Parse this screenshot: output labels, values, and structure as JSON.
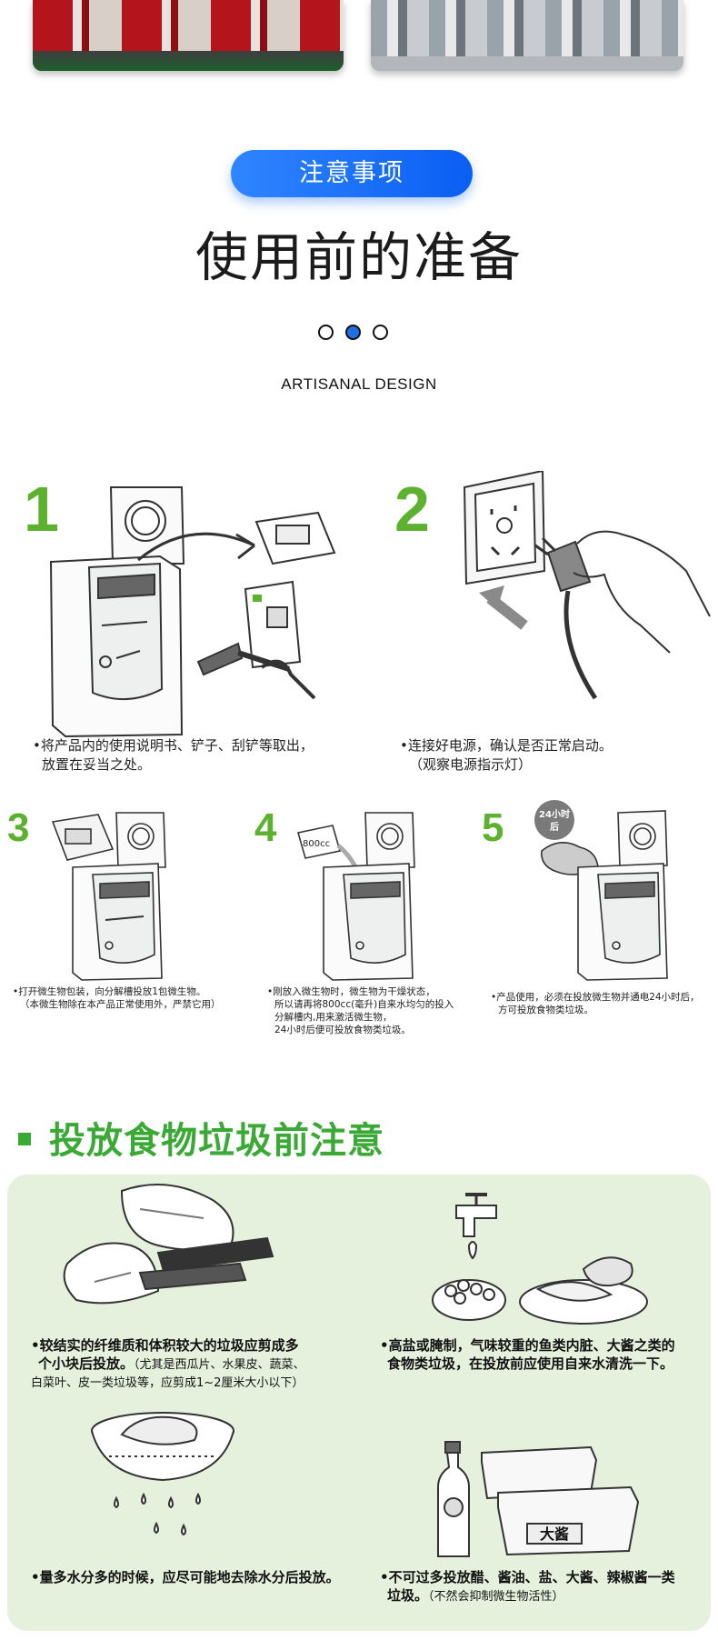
{
  "header": {
    "badge": "注意事项",
    "title": "使用前的准备",
    "subtitle": "ARTISANAL DESIGN"
  },
  "steps": [
    {
      "number": "1",
      "caption_line1": "•将产品内的使用说明书、铲子、刮铲等取出，",
      "caption_line2": "放置在妥当之处。"
    },
    {
      "number": "2",
      "caption_line1": "•连接好电源，确认是否正常启动。",
      "caption_line2": "（观察电源指示灯）"
    },
    {
      "number": "3",
      "caption_line1": "•打开微生物包装，向分解槽投放1包微生物。",
      "caption_line2": "（本微生物除在本产品正常使用外，严禁它用）"
    },
    {
      "number": "4",
      "caption_line1": "•刚放入微生物时，微生物为干燥状态，",
      "caption_line2": "所以请再将800cc(毫升)自来水均匀的投入",
      "caption_line3": "分解槽内,用来激活微生物，",
      "caption_line4": "24小时后便可投放食物类垃圾。",
      "cup_label": "800cc"
    },
    {
      "number": "5",
      "caption_line1": "•产品使用，必须在投放微生物并通电24小时后，",
      "caption_line2": "方可投放食物类垃圾。",
      "badge_line1": "24小时",
      "badge_line2": "后"
    }
  ],
  "notes_section": {
    "title": "投放食物垃圾前注意",
    "notes": [
      {
        "bold_line1": "•较结实的纤维质和体积较大的垃圾应剪成多",
        "bold_line2": "个小块后投放。",
        "light_tail": "（尤其是西瓜片、水果皮、蔬菜、",
        "light_line3": "白菜叶、皮一类垃圾等，应剪成1~2厘米大小以下）"
      },
      {
        "bold_line1": "•高盐或腌制，气味较重的鱼类内脏、大酱之类的",
        "bold_line2": "食物类垃圾，在投放前应使用自来水清洗一下。"
      },
      {
        "bold_line1": "•量多水分多的时候，应尽可能地去除水分后投放。"
      },
      {
        "bold_line1": "•不可过多投放醋、酱油、盐、大酱、辣椒酱一类",
        "bold_line2": "垃圾。",
        "light_tail": "（不然会抑制微生物活性）",
        "container_label": "大酱"
      }
    ]
  },
  "colors": {
    "accent_blue": "#1768f0",
    "step_green": "#5cb22e",
    "section_green": "#3aa935",
    "panel_green": "#e5f1dc"
  }
}
